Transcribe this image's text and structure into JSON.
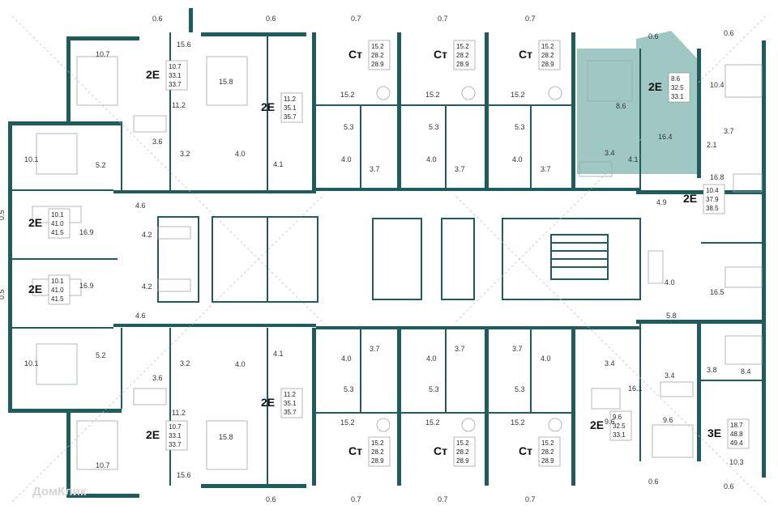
{
  "highlight_color": "#7fb6b0",
  "wall_color": "#1f5c5c",
  "watermark": "ДомКлик",
  "units": [
    {
      "id": "u-tl-2e",
      "type": "2Е",
      "living": "10.7",
      "total": "33.1",
      "gross": "33.7"
    },
    {
      "id": "u-tl2-2e",
      "type": "2Е",
      "living": "11.2",
      "total": "35.1",
      "gross": "35.7"
    },
    {
      "id": "u-st1",
      "type": "Ст",
      "living": "15.2",
      "total": "28.2",
      "gross": "28.9"
    },
    {
      "id": "u-st2",
      "type": "Ст",
      "living": "15.2",
      "total": "28.2",
      "gross": "28.9"
    },
    {
      "id": "u-st3",
      "type": "Ст",
      "living": "15.2",
      "total": "28.2",
      "gross": "28.9"
    },
    {
      "id": "u-tr-hl",
      "type": "2Е",
      "living": "8.6",
      "total": "32.5",
      "gross": "33.1"
    },
    {
      "id": "u-r-2e",
      "type": "2Е",
      "living": "10.4",
      "total": "37.9",
      "gross": "38.5"
    },
    {
      "id": "u-l1-2e",
      "type": "2Е",
      "living": "10.1",
      "total": "41.0",
      "gross": "41.5"
    },
    {
      "id": "u-l2-2e",
      "type": "2Е",
      "living": "10.1",
      "total": "41.0",
      "gross": "41.5"
    },
    {
      "id": "u-bl2-2e",
      "type": "2Е",
      "living": "11.2",
      "total": "35.1",
      "gross": "35.7"
    },
    {
      "id": "u-bl-2e",
      "type": "2Е",
      "living": "10.7",
      "total": "33.1",
      "gross": "33.7"
    },
    {
      "id": "u-bst1",
      "type": "Ст",
      "living": "15.2",
      "total": "28.2",
      "gross": "28.9"
    },
    {
      "id": "u-bst2",
      "type": "Ст",
      "living": "15.2",
      "total": "28.2",
      "gross": "28.9"
    },
    {
      "id": "u-bst3",
      "type": "Ст",
      "living": "15.2",
      "total": "28.2",
      "gross": "28.9"
    },
    {
      "id": "u-br-2e",
      "type": "2Е",
      "living": "9.6",
      "total": "32.5",
      "gross": "33.1"
    },
    {
      "id": "u-br-3e",
      "type": "3Е",
      "living": "18.7",
      "total": "48.8",
      "gross": "49.4"
    }
  ],
  "room_labels": [
    "0.6",
    "0.6",
    "15.6",
    "0.7",
    "0.7",
    "0.7",
    "0.6",
    "0.6",
    "10.7",
    "15.8",
    "11.2",
    "15.2",
    "15.2",
    "15.2",
    "8.6",
    "10.4",
    "3.6",
    "3.2",
    "4.0",
    "4.1",
    "5.3",
    "5.3",
    "5.3",
    "3.4",
    "4.1",
    "16.4",
    "3.7",
    "2.1",
    "10.1",
    "5.2",
    "4.0",
    "3.7",
    "4.0",
    "3.7",
    "4.0",
    "3.7",
    "16.8",
    "4.6",
    "4.9",
    "0.5",
    "16.9",
    "4.2",
    "16.9",
    "4.2",
    "0.5",
    "4.0",
    "16.5",
    "4.6",
    "5.8",
    "10.1",
    "5.2",
    "3.2",
    "3.6",
    "4.0",
    "4.1",
    "4.0",
    "3.7",
    "4.0",
    "3.7",
    "3.7",
    "4.0",
    "3.4",
    "3.8",
    "8.4",
    "5.3",
    "5.3",
    "5.3",
    "3.4",
    "16.1",
    "11.2",
    "15.8",
    "15.2",
    "15.2",
    "15.2",
    "9.6",
    "9.6",
    "10.7",
    "15.6",
    "0.6",
    "0.7",
    "0.7",
    "0.7",
    "0.6",
    "0.6",
    "10.3"
  ]
}
